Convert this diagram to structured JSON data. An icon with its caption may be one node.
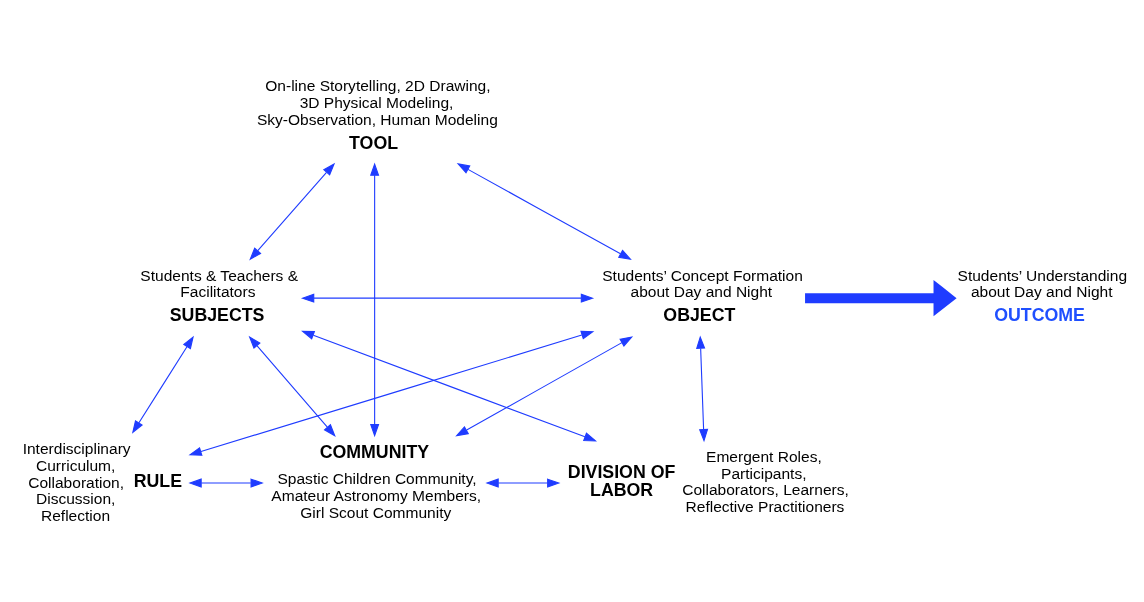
{
  "diagram": {
    "nodes": [
      {
        "text": [
          "TOOL"
        ],
        "beside": [
          "On-line Storytelling, 2D Drawing, 3D Physical Modeling, Sky-Observation, Human Modeling"
        ]
      },
      {
        "text": [
          "SUBJECTS"
        ],
        "beside": [
          "Students & Teachers & Facilitators"
        ]
      },
      {
        "text": [
          "OBJECT"
        ],
        "beside": [
          "Students’ Concept Formation about Day and Night"
        ]
      },
      {
        "text": [
          "RULE"
        ],
        "beside": [
          "Interdisciplinary Curriculum, Collaboration, Discussion, Reflection"
        ]
      },
      {
        "text": [
          "COMMUNITY"
        ],
        "beside": [
          "Spastic Children Community, Amateur Astronomy Members, Girl Scout Community"
        ]
      },
      {
        "text": [
          "DIVISION OF LABOR"
        ],
        "beside": [
          "Emergent Roles, Participants, Collaborators, Learners, Reflective Practitioners"
        ]
      },
      {
        "text": [
          "OUTCOME"
        ],
        "beside": [
          "Students’ Understanding about Day and Night"
        ]
      }
    ],
    "edges": [
      {
        "from": 0,
        "to": 1,
        "arrow": "both"
      },
      {
        "from": 0,
        "to": 4,
        "arrow": "both"
      },
      {
        "from": 0,
        "to": 2,
        "arrow": "both"
      },
      {
        "from": 1,
        "to": 2,
        "arrow": "both"
      },
      {
        "from": 1,
        "to": 3,
        "arrow": "both"
      },
      {
        "from": 1,
        "to": 4,
        "arrow": "both"
      },
      {
        "from": 1,
        "to": 5,
        "arrow": "both"
      },
      {
        "from": 2,
        "to": 3,
        "arrow": "both"
      },
      {
        "from": 2,
        "to": 4,
        "arrow": "both"
      },
      {
        "from": 2,
        "to": 5,
        "arrow": "both"
      },
      {
        "from": 3,
        "to": 4,
        "arrow": "both"
      },
      {
        "from": 4,
        "to": 5,
        "arrow": "both"
      },
      {
        "from": 2,
        "to": 6,
        "arrow": "to",
        "style": "thick"
      }
    ]
  }
}
